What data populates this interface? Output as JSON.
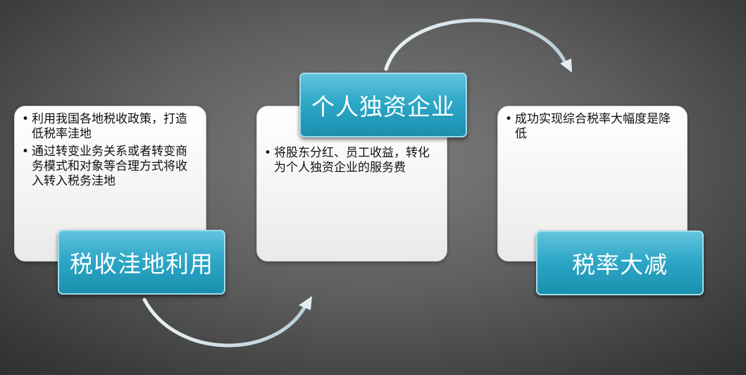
{
  "stages": [
    {
      "label": "税收洼地利用",
      "bullets": [
        "利用我国各地税收政策，打造低税率洼地",
        "通过转变业务关系或者转变商务模式和对象等合理方式将收入转入税务洼地"
      ]
    },
    {
      "label": "个人独资企业",
      "bullets": [
        "将股东分红、员工收益，转化为个人独资企业的服务费"
      ]
    },
    {
      "label": "税率大减",
      "bullets": [
        "成功实现综合税率大幅度是降低"
      ]
    }
  ],
  "bullet_glyph": "•",
  "colors": {
    "label_fill": "#2ea8c7",
    "card_fill": "#f3f3f3",
    "arrow": "#d8e6ec"
  }
}
